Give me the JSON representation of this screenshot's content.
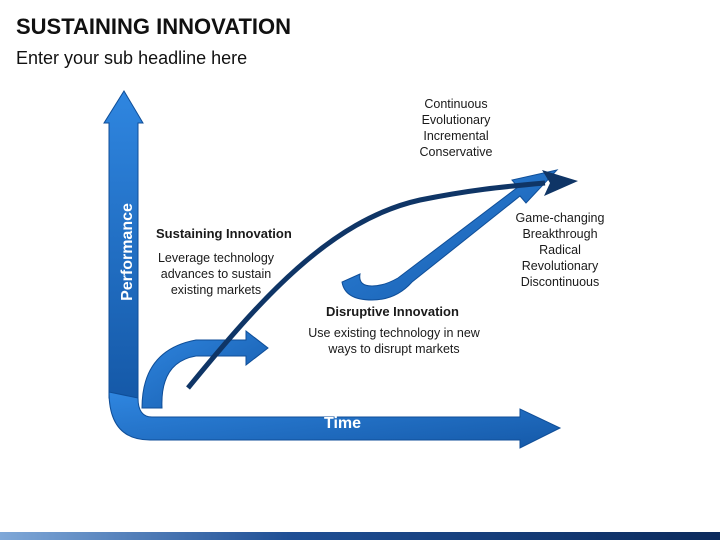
{
  "header": {
    "title": "SUSTAINING INNOVATION",
    "subtitle": "Enter your sub headline here"
  },
  "axes": {
    "y_label": "Performance",
    "x_label": "Time"
  },
  "top_right_list": [
    "Continuous",
    "Evolutionary",
    "Incremental",
    "Conservative"
  ],
  "right_list": [
    "Game-changing",
    "Breakthrough",
    "Radical",
    "Revolutionary",
    "Discontinuous"
  ],
  "sustaining": {
    "heading": "Sustaining Innovation",
    "desc_lines": [
      "Leverage technology",
      "advances to sustain",
      "existing markets"
    ]
  },
  "disruptive": {
    "heading": "Disruptive Innovation",
    "desc_lines": [
      "Use existing technology in new",
      "ways to disrupt markets"
    ]
  },
  "colors": {
    "axis_blue": "#1f6fc4",
    "dark_navy": "#0f3566",
    "accent_bar": "#1f4f95"
  }
}
